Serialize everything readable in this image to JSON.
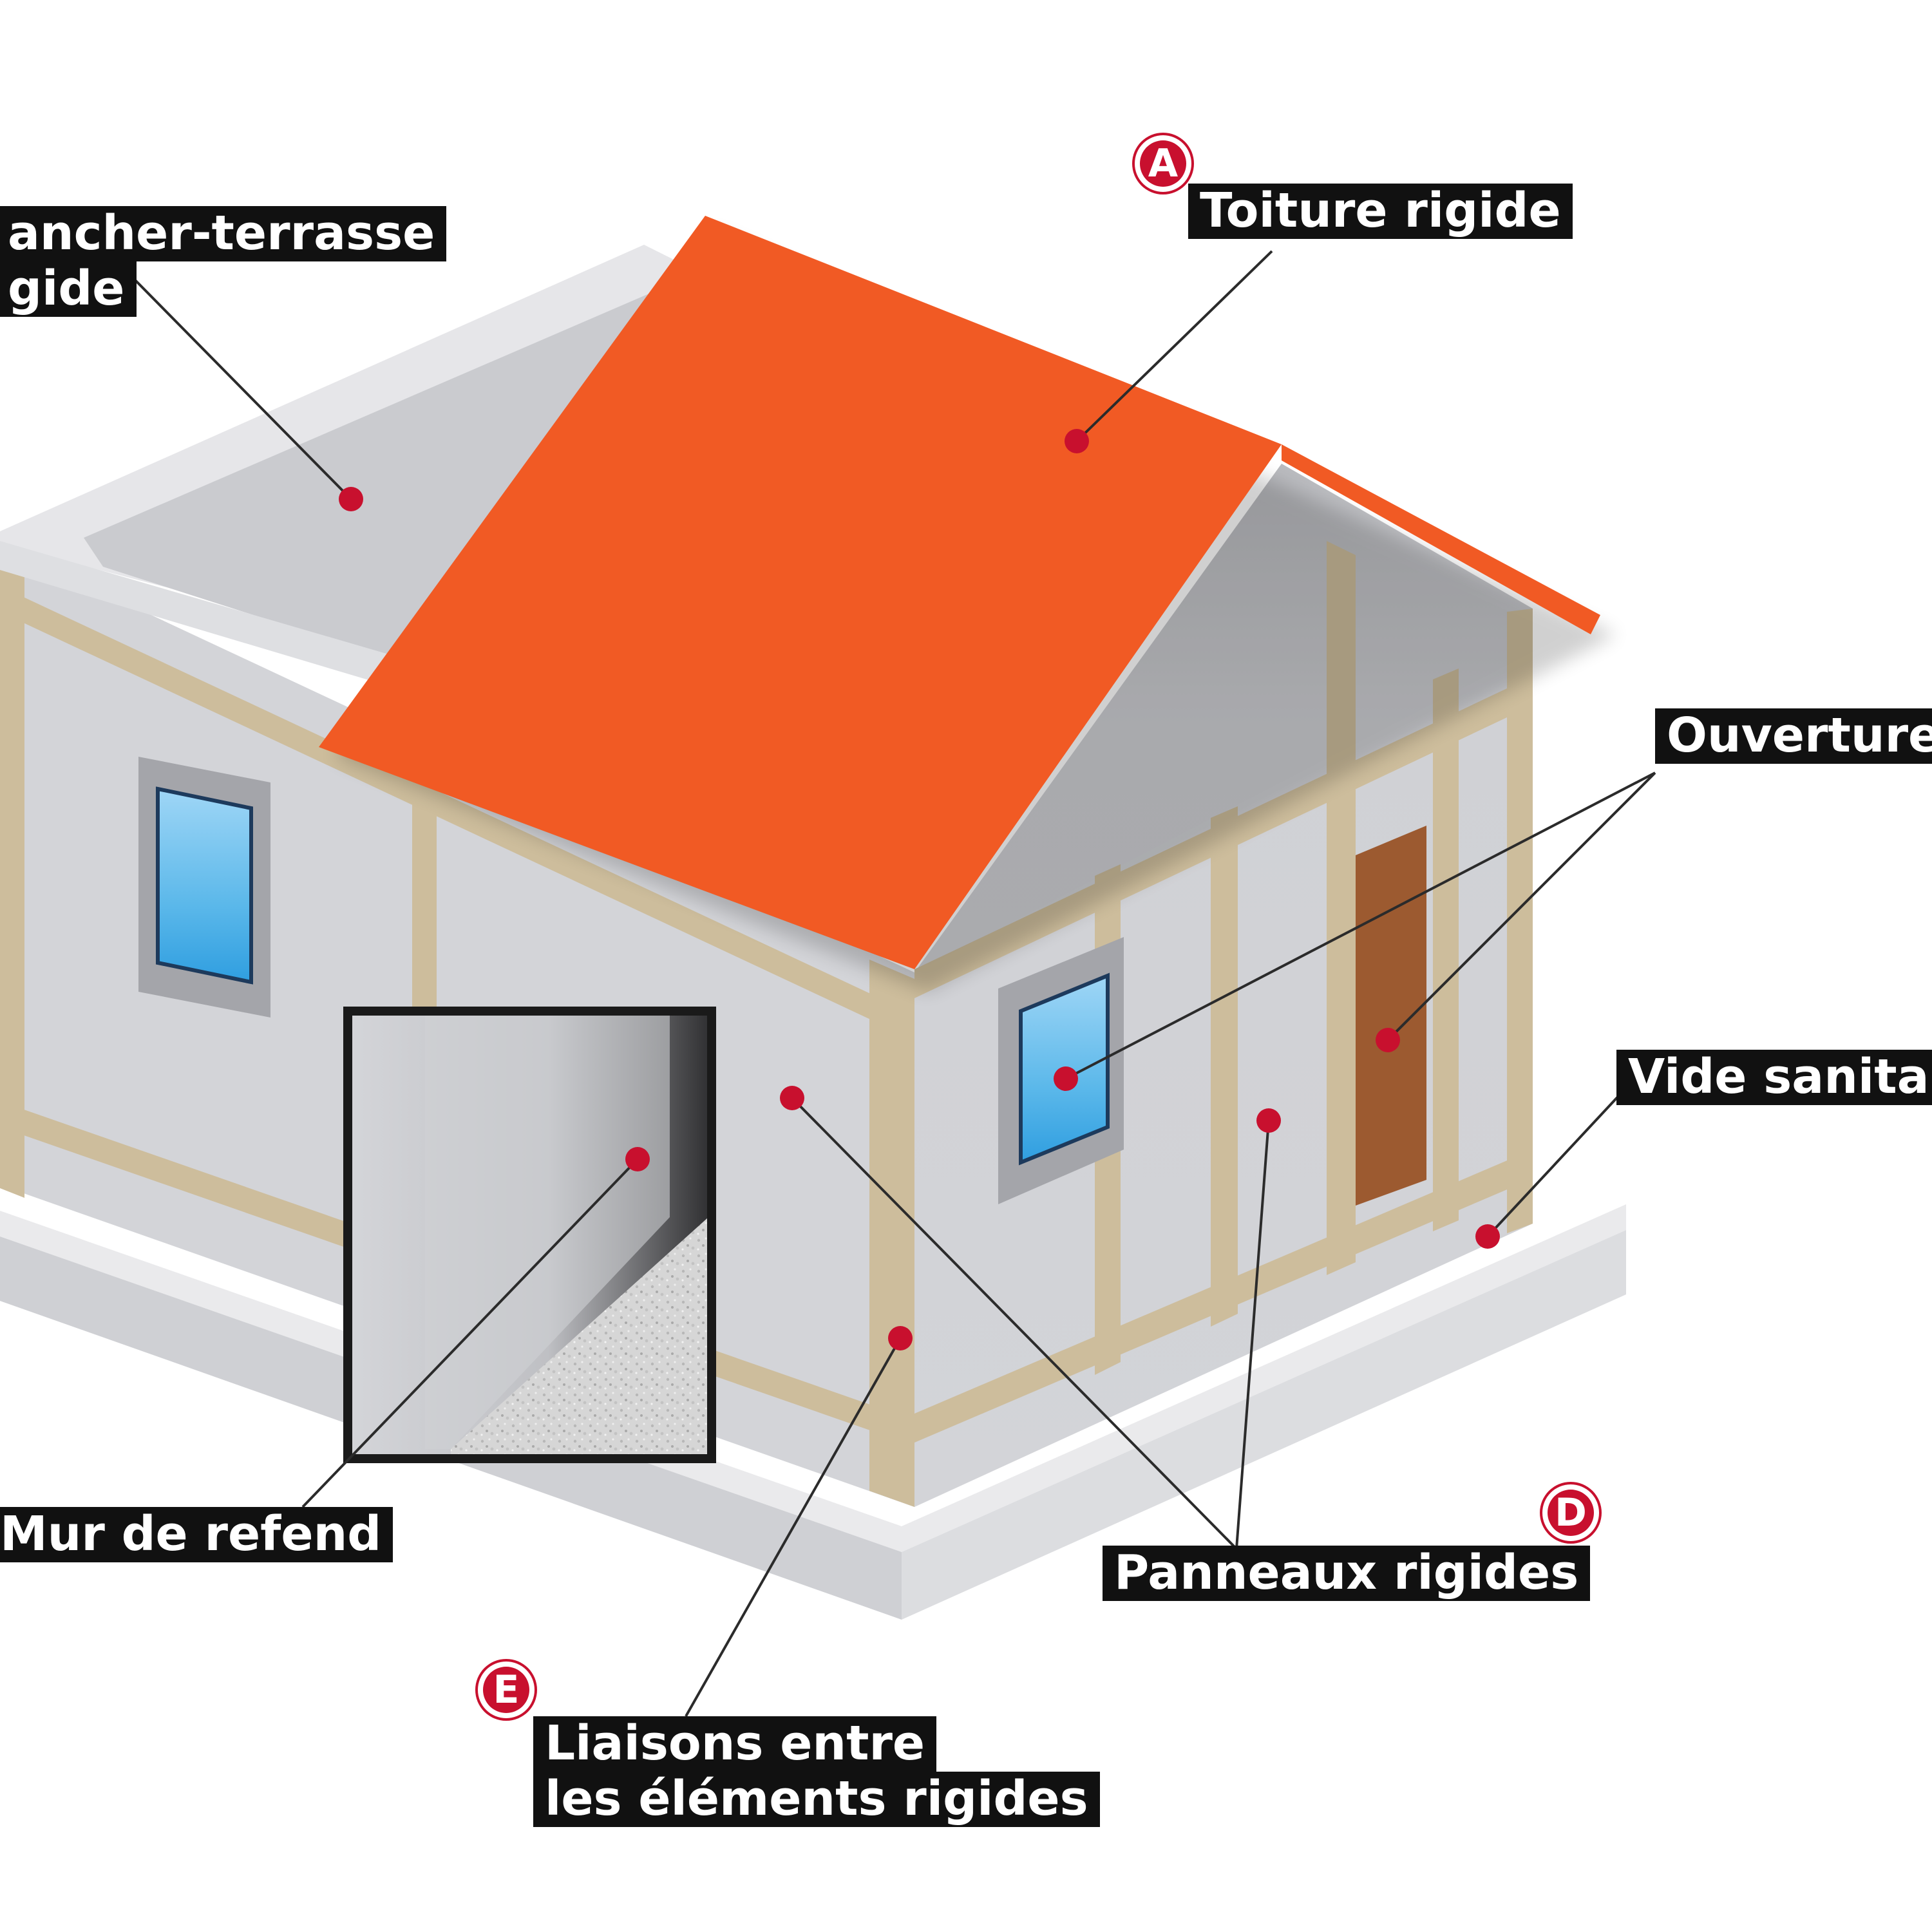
{
  "labels": {
    "plancher": [
      "ancher-terrasse",
      "gide"
    ],
    "toiture": "Toiture rigide",
    "ouvertures": "Ouvertures",
    "vide": "Vide sanitai",
    "mur": "Mur de refend",
    "panneaux": "Panneaux rigides",
    "liaisons": [
      "Liaisons entre",
      "les éléments rigides"
    ]
  },
  "badges": {
    "a": "A",
    "d": "D",
    "e": "E"
  },
  "colors": {
    "roof": "#f15a24",
    "wall": "#d3d4d8",
    "timber": "#cdbd9c",
    "glass": "#5bb8ea",
    "door": "#9c5a30",
    "marker": "#c8102e",
    "label_bg": "#111111"
  }
}
